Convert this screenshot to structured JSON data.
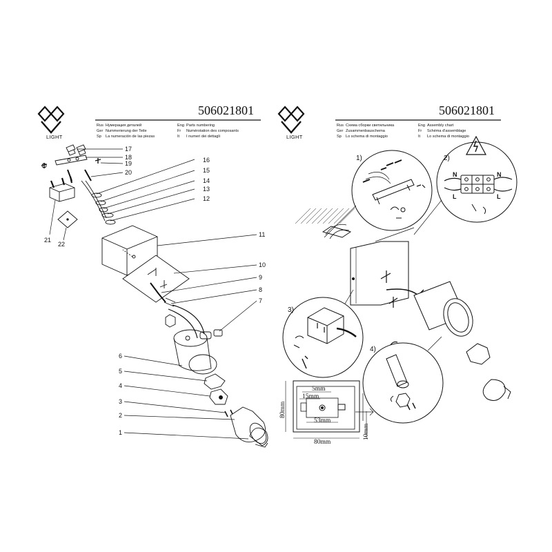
{
  "left_page": {
    "logo_text": "LIGHT",
    "code": "506021801",
    "labels": [
      [
        "Rus",
        "Нумерация деталей"
      ],
      [
        "Ger",
        "Nummerierung der Teile"
      ],
      [
        "Sp",
        "La numeración de las piezas"
      ],
      [
        "Eng",
        "Parts numbering"
      ],
      [
        "Fr",
        "Numérotation des composants"
      ],
      [
        "It",
        "I numeri dei dettagli"
      ]
    ],
    "part_numbers": [
      "17",
      "18",
      "19",
      "20",
      "16",
      "15",
      "14",
      "13",
      "12",
      "21",
      "22",
      "11",
      "10",
      "9",
      "8",
      "7",
      "6",
      "5",
      "4",
      "3",
      "2",
      "1"
    ]
  },
  "right_page": {
    "logo_text": "LIGHT",
    "code": "506021801",
    "labels": [
      [
        "Rus",
        "Схема сборки светильника"
      ],
      [
        "Ger",
        "Zusammenbauschema"
      ],
      [
        "Sp",
        "Lo schema di montaggio"
      ],
      [
        "Eng",
        "Assembly chart"
      ],
      [
        "Fr",
        "Schéma d'assemblage"
      ],
      [
        "It",
        "Lo schema di montaggio"
      ]
    ],
    "steps": [
      "1)",
      "2)",
      "3)",
      "4)"
    ],
    "terminal_labels": [
      "N",
      "L",
      "N",
      "L"
    ],
    "dimensions": {
      "top_5": "5mm",
      "inner_15": "15mm",
      "inner_53": "53mm",
      "width_80": "80mm",
      "height_80": "80mm",
      "depth_10": "10mm"
    }
  },
  "colors": {
    "line": "#111111",
    "paper": "#ffffff",
    "shade": "#cfcfcf"
  }
}
